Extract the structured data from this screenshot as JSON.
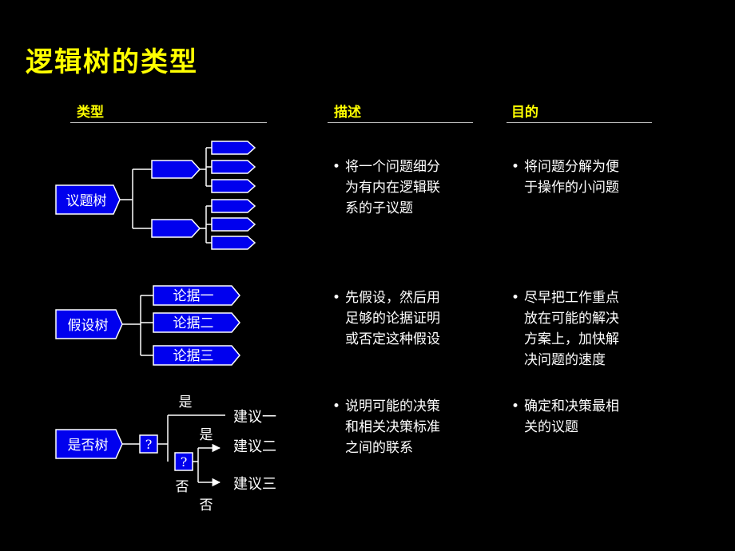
{
  "title": "逻辑树的类型",
  "headers": {
    "type": "类型",
    "description": "描述",
    "purpose": "目的"
  },
  "rows": [
    {
      "tree_label": "议题树",
      "description": [
        "将一个问题细分",
        "为有内在逻辑联",
        "系的子议题"
      ],
      "purpose": [
        "将问题分解为便",
        "于操作的小问题"
      ]
    },
    {
      "tree_label": "假设树",
      "branches": [
        "论据一",
        "论据二",
        "论据三"
      ],
      "description": [
        "先假设，然后用",
        "足够的论据证明",
        "或否定这种假设"
      ],
      "purpose": [
        "尽早把工作重点",
        "放在可能的解决",
        "方案上，加快解",
        "决问题的速度"
      ]
    },
    {
      "tree_label": "是否树",
      "question_mark": "?",
      "yes": "是",
      "no": "否",
      "outcomes": [
        "建议一",
        "建议二",
        "建议三"
      ],
      "description": [
        "说明可能的决策",
        "和相关决策标准",
        "之间的联系"
      ],
      "purpose": [
        "确定和决策最相",
        "关的议题"
      ]
    }
  ],
  "colors": {
    "title": "#ffff00",
    "box_fill": "#0000ee",
    "box_stroke": "#ffffff",
    "line": "#ffffff"
  }
}
